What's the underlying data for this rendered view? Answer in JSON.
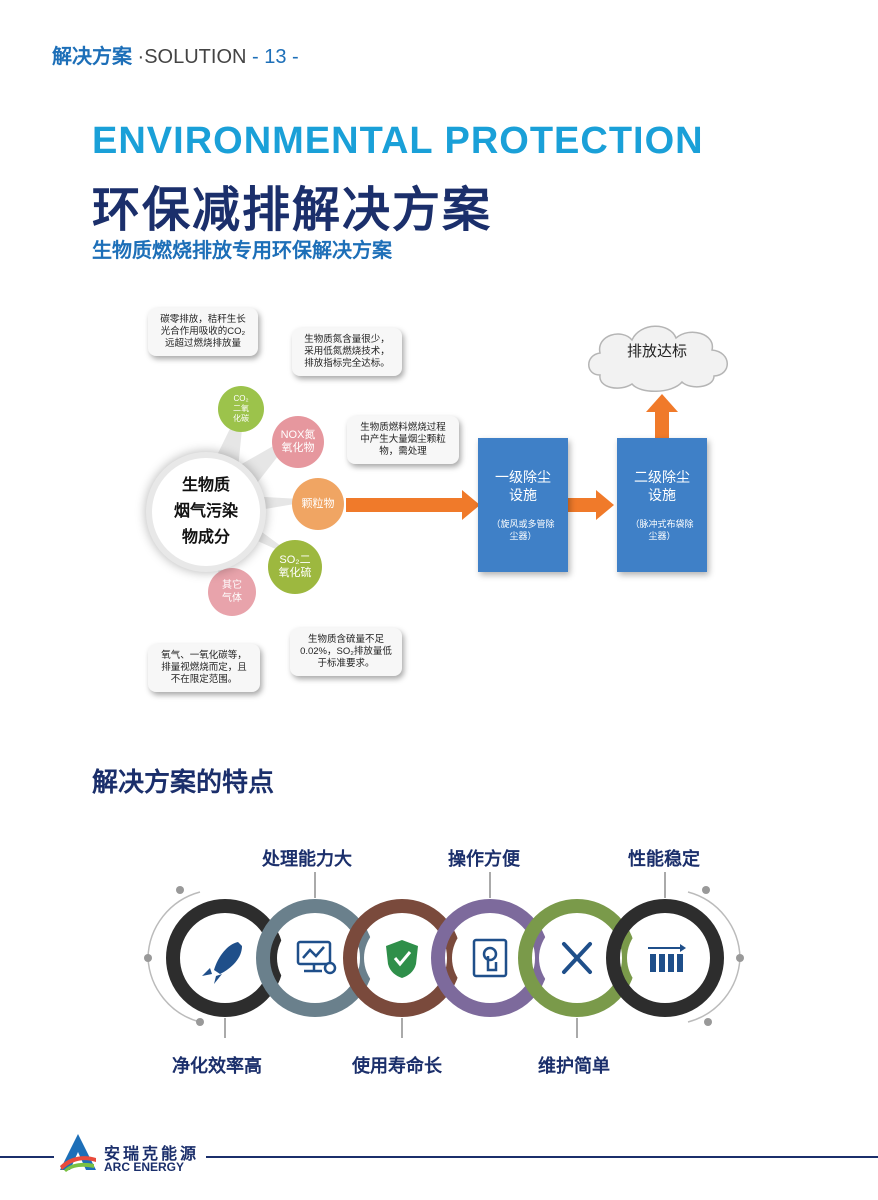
{
  "header": {
    "cn": "解决方案",
    "en": " ·SOLUTION",
    "page": " - 13 -"
  },
  "title_en": "ENVIRONMENTAL PROTECTION",
  "title_cn": "环保减排解决方案",
  "subtitle": "生物质燃烧排放专用环保解决方案",
  "diagram": {
    "core": [
      "生物质",
      "烟气污染",
      "物成分"
    ],
    "nodes": {
      "co2": [
        "CO₂",
        "二氧",
        "化碳"
      ],
      "nox": [
        "NOX氮",
        "氧化物"
      ],
      "particle": "颗粒物",
      "so2": [
        "SO₂二",
        "氧化硫"
      ],
      "other": [
        "其它",
        "气体"
      ]
    },
    "bubbles": {
      "co2": [
        "碳零排放，秸秆生长",
        "光合作用吸收的CO₂",
        "远超过燃烧排放量"
      ],
      "nox": [
        "生物质氮含量很少，",
        "采用低氮燃烧技术，",
        "排放指标完全达标。"
      ],
      "particle": [
        "生物质燃料燃烧过程",
        "中产生大量烟尘颗粒",
        "物，需处理"
      ],
      "other": [
        "氧气、一氧化碳等，",
        "排量视燃烧而定，且",
        "不在限定范围。"
      ],
      "so2": [
        "生物质含硫量不足",
        "0.02%，SO₂排放量低",
        "于标准要求。"
      ]
    },
    "stage1": {
      "title": [
        "一级除尘",
        "设施"
      ],
      "detail": [
        "（旋风或多管除",
        "尘器）"
      ]
    },
    "stage2": {
      "title": [
        "二级除尘",
        "设施"
      ],
      "detail": [
        "（脉冲式布袋除",
        "尘器）"
      ]
    },
    "cloud": "排放达标"
  },
  "features_title": "解决方案的特点",
  "features": {
    "top": [
      "处理能力大",
      "操作方便",
      "性能稳定"
    ],
    "bottom": [
      "净化效率高",
      "使用寿命长",
      "维护简单"
    ]
  },
  "icons": [
    "rocket-icon",
    "monitor-gear-icon",
    "shield-check-icon",
    "touch-screen-icon",
    "wrench-screwdriver-icon",
    "bar-chart-icon"
  ],
  "ring_colors": [
    "#2d2d2d",
    "#6a808c",
    "#7a4a3c",
    "#7d6a9c",
    "#7a9a4a",
    "#2d2d2d"
  ],
  "logo": {
    "cn": "安瑞克能源",
    "en": "ARC ENERGY"
  }
}
